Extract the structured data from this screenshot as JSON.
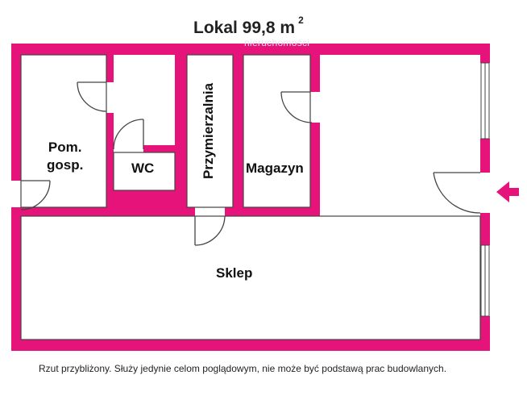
{
  "title": {
    "text": "Lokal 99,8 m",
    "sup": "2"
  },
  "watermark": "nieruchomości",
  "rooms": {
    "pom": {
      "line1": "Pom.",
      "line2": "gosp."
    },
    "wc": "WC",
    "przymierzalnia": "Przymierzalnia",
    "magazyn": "Magazyn",
    "sklep": "Sklep"
  },
  "note": "Rzut przybliżony. Służy jedynie celom poglądowym, nie może być podstawą prac budowlanych.",
  "colors": {
    "wall": "#e6137a",
    "line": "#444444",
    "background": "#ffffff"
  },
  "entrance": {
    "icon": "arrow-left-icon"
  }
}
